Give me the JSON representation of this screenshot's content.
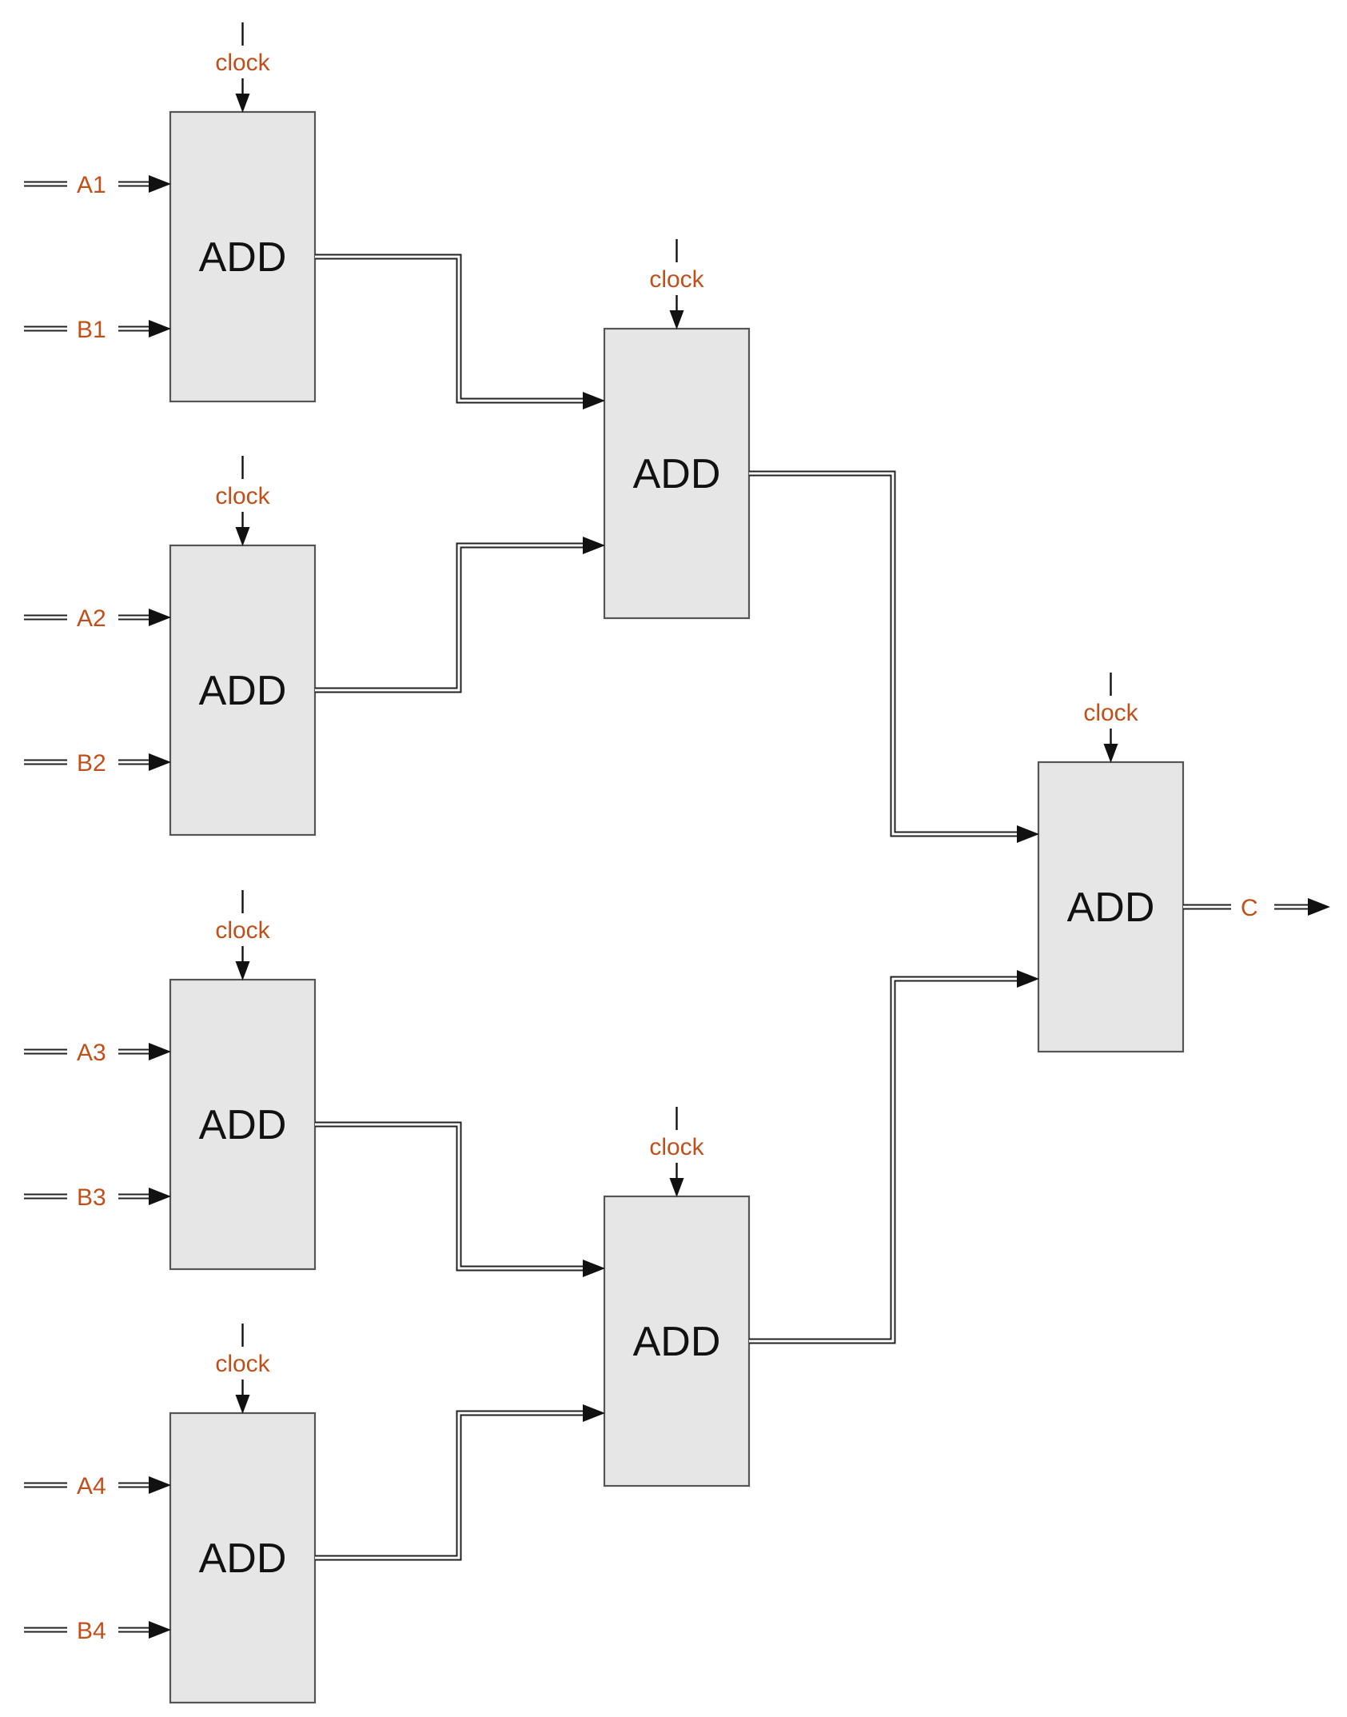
{
  "colors": {
    "signal_label": "#c0501a",
    "block_fill": "#e6e6e6",
    "block_stroke": "#555555",
    "wire": "#222222"
  },
  "adders": [
    {
      "id": "add-1",
      "label": "ADD",
      "clock_label": "clock",
      "inputs": [
        "A1",
        "B1"
      ]
    },
    {
      "id": "add-2",
      "label": "ADD",
      "clock_label": "clock",
      "inputs": [
        "A2",
        "B2"
      ]
    },
    {
      "id": "add-3",
      "label": "ADD",
      "clock_label": "clock",
      "inputs": [
        "A3",
        "B3"
      ]
    },
    {
      "id": "add-4",
      "label": "ADD",
      "clock_label": "clock",
      "inputs": [
        "A4",
        "B4"
      ]
    },
    {
      "id": "add-5",
      "label": "ADD",
      "clock_label": "clock",
      "inputs": []
    },
    {
      "id": "add-6",
      "label": "ADD",
      "clock_label": "clock",
      "inputs": []
    },
    {
      "id": "add-7",
      "label": "ADD",
      "clock_label": "clock",
      "inputs": []
    }
  ],
  "output": {
    "label": "C"
  }
}
